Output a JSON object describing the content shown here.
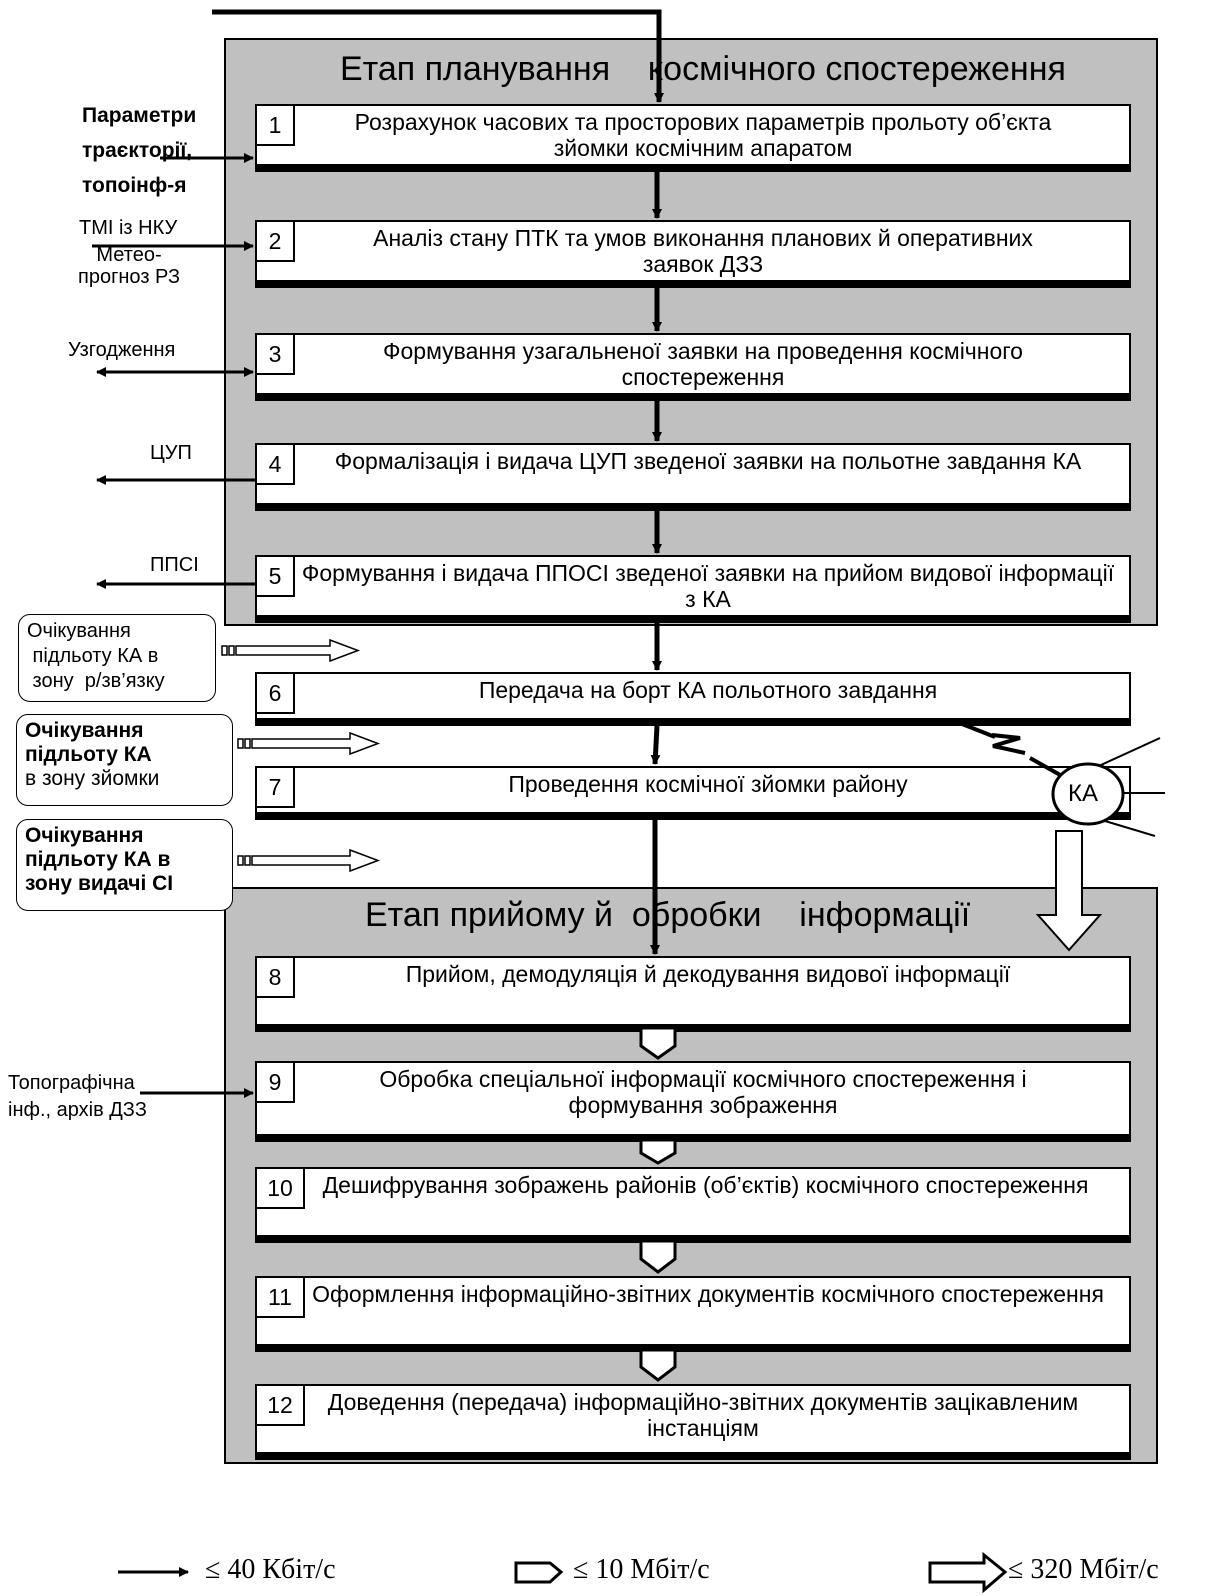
{
  "stages": [
    {
      "title": "Етап планування    космічного спостереження"
    },
    {
      "title": "Етап прийому й  обробки    інформації"
    }
  ],
  "steps": [
    {
      "num": "1",
      "text": "Розрахунок часових та просторових параметрів прольоту  об’єкта зйомки космічним апаратом"
    },
    {
      "num": "2",
      "text": "Аналіз стану ПТК та умов виконання планових й оперативних заявок ДЗЗ"
    },
    {
      "num": "3",
      "text": "Формування узагальненої заявки на проведення космічного  спостереження"
    },
    {
      "num": "4",
      "text": "Формалізація і видача ЦУП зведеної заявки на польотне завдання КА"
    },
    {
      "num": "5",
      "text": "Формування і видача ППОСІ зведеної заявки на прийом видової інформації з КА"
    },
    {
      "num": "6",
      "text": "Передача на борт КА польотного завдання"
    },
    {
      "num": "7",
      "text": "Проведення космічної зйомки району"
    },
    {
      "num": "8",
      "text": "Прийом, демодуляція й декодування видової інформації"
    },
    {
      "num": "9",
      "text": "Обробка спеціальної  інформації космічного спостереження і формування зображення"
    },
    {
      "num": "10",
      "text": "Дешифрування зображень районів (об’єктів) космічного спостереження"
    },
    {
      "num": "11",
      "text": "Оформлення  інформаційно-звітних  документів  космічного спостереження"
    },
    {
      "num": "12",
      "text": "Доведення  (передача) інформаційно-звітних  документів зацікавленим  інстанціям"
    }
  ],
  "inputs": {
    "params_l1": "Параметри",
    "params_l2": "траєкторії,",
    "params_l3": "топоінф-я",
    "tmi": "ТМІ із НКУ",
    "meteo_l1": "Метео-",
    "meteo_l2": "прогноз РЗ",
    "agree": "Узгодження",
    "tsup": "ЦУП",
    "ppsi": "ППСІ",
    "topo_l1": "Топографічна",
    "topo_l2": "інф., архів ДЗЗ"
  },
  "waits": [
    {
      "l1": "Очікування",
      "l2": " підльоту КА в",
      "l3": " зону  р/зв’язку"
    },
    {
      "l1": "Очікування",
      "l2": "підльоту КА",
      "l3": "в зону зйомки"
    },
    {
      "l1": "Очікування",
      "l2": "підльоту КА в",
      "l3": "зону видачі СІ"
    }
  ],
  "satellite": {
    "label": "КА"
  },
  "legend": [
    {
      "icon": "thin-arrow-icon",
      "text": "≤ 40 Кбіт/с"
    },
    {
      "icon": "small-hollow-arrow-icon",
      "text": "≤ 10 Мбіт/с"
    },
    {
      "icon": "large-hollow-arrow-icon",
      "text": "≤ 320 Мбіт/с"
    }
  ]
}
